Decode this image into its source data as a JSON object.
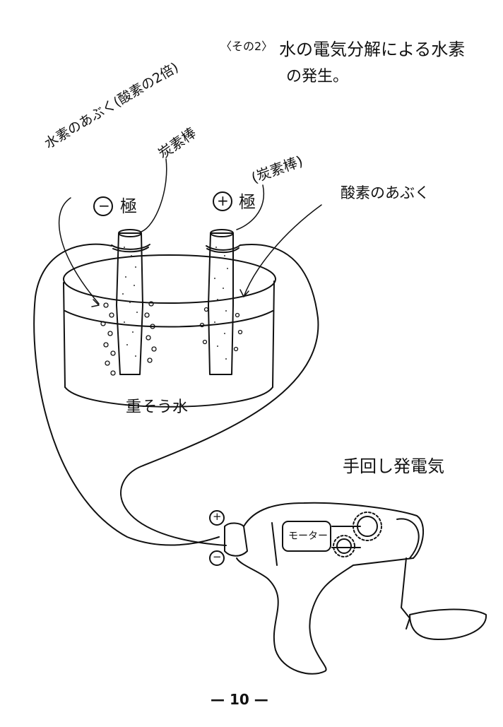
{
  "heading": {
    "part": "〈その2〉",
    "line1": "水の電気分解による水素",
    "line2": "の発生。"
  },
  "labels": {
    "hydrogen_bubbles": "水素のあぶく(酸素の2倍)",
    "carbon_rod_left": "炭素棒",
    "carbon_rod_right": "(炭素棒)",
    "negative_pole": "極",
    "positive_pole": "極",
    "minus_sign": "−",
    "plus_sign": "+",
    "oxygen_bubbles": "酸素のあぶく",
    "water": "重そう水",
    "generator": "手回し発電気",
    "motor": "モーター",
    "gen_plus": "+",
    "gen_minus": "−"
  },
  "page_number": "— 10 —",
  "icons": [
    "beaker-icon",
    "carbon-rod-icon",
    "bubbles-icon",
    "hand-generator-icon",
    "gear-icon",
    "crank-handle-icon",
    "wire-icon"
  ],
  "colors": {
    "ink": "#111111",
    "paper": "#ffffff"
  }
}
